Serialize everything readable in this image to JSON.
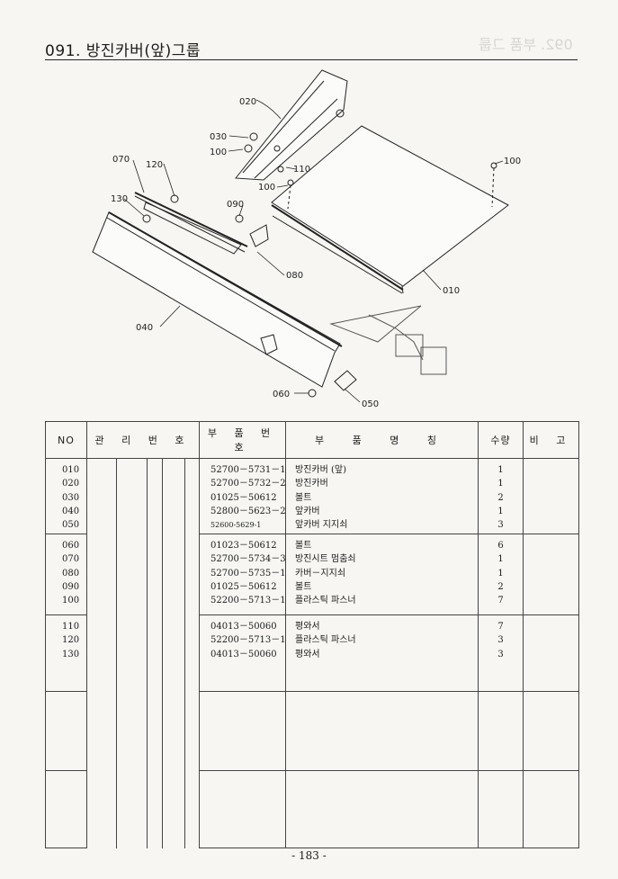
{
  "header": {
    "title": "091. 방진카버(앞)그룹",
    "ghost_title": "092. 부품 그룹"
  },
  "diagram": {
    "callouts": [
      "020",
      "030",
      "100",
      "070",
      "120",
      "110",
      "100",
      "100",
      "130",
      "090",
      "080",
      "010",
      "040",
      "060",
      "050"
    ]
  },
  "table": {
    "headers": {
      "no": "NO",
      "mgmt": "관 리 번 호",
      "part_no": "부 품 번 호",
      "name": "부 품 명 칭",
      "qty": "수량",
      "remark": "비 고"
    },
    "groups": [
      {
        "rows": [
          {
            "no": "010",
            "part_no": "52700－5731－1",
            "name": "방진카버 (앞)",
            "qty": "1"
          },
          {
            "no": "020",
            "part_no": "52700－5732－2",
            "name": "방진카버",
            "qty": "1"
          },
          {
            "no": "030",
            "part_no": "01025－50612",
            "name": "볼트",
            "qty": "2"
          },
          {
            "no": "040",
            "part_no": "52800－5623－2",
            "name": "앞카버",
            "qty": "1"
          },
          {
            "no": "050",
            "part_no": "52600-5629-1",
            "name": "앞카버 지지쇠",
            "qty": "3"
          }
        ]
      },
      {
        "rows": [
          {
            "no": "060",
            "part_no": "01023－50612",
            "name": "볼트",
            "qty": "6"
          },
          {
            "no": "070",
            "part_no": "52700－5734－3",
            "name": "방진시트 멈춤쇠",
            "qty": "1"
          },
          {
            "no": "080",
            "part_no": "52700－5735－1",
            "name": "카버－지지쇠",
            "qty": "1"
          },
          {
            "no": "090",
            "part_no": "01025－50612",
            "name": "볼트",
            "qty": "2"
          },
          {
            "no": "100",
            "part_no": "52200－5713－1",
            "name": "플라스틱 파스너",
            "qty": "7"
          }
        ]
      },
      {
        "rows": [
          {
            "no": "110",
            "part_no": "04013－50060",
            "name": "평와서",
            "qty": "7"
          },
          {
            "no": "120",
            "part_no": "52200－5713－1",
            "name": "플라스틱 파스너",
            "qty": "3"
          },
          {
            "no": "130",
            "part_no": "04013－50060",
            "name": "평와서",
            "qty": "3"
          }
        ]
      },
      {
        "rows": []
      },
      {
        "rows": []
      }
    ]
  },
  "footer": {
    "page": "- 183 -"
  }
}
